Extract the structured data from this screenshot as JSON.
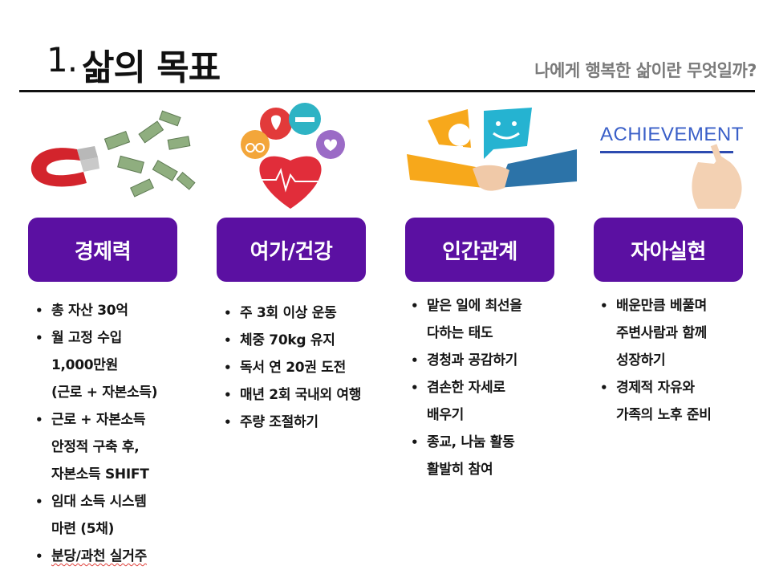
{
  "header": {
    "number": "1.",
    "title": "삶의 목표",
    "subtitle": "나에게 행복한 삶이란 무엇일까?"
  },
  "illustrations": {
    "money": "magnet-money-icon",
    "health": "heart-health-icon",
    "relation": "handshake-icon",
    "achievement_label": "ACHIEVEMENT"
  },
  "colors": {
    "pill": "#5b10a2",
    "rule": "#111111"
  },
  "columns": [
    {
      "label": "경제력",
      "items": [
        [
          "총 자산 30억"
        ],
        [
          "월 고정 수입",
          "1,000만원",
          "(근로 + 자본소득)"
        ],
        [
          "근로 + 자본소득",
          "안정적 구축 후,",
          "자본소득 SHIFT"
        ],
        [
          "임대 소득 시스템",
          "마련 (5채)"
        ],
        [
          "분당/과천 실거주"
        ]
      ]
    },
    {
      "label": "여가/건강",
      "items": [
        [
          "주 3회 이상 운동"
        ],
        [
          "체중 70kg 유지"
        ],
        [
          "독서 연 20권 도전"
        ],
        [
          "매년 2회 국내외 여행"
        ],
        [
          "주량 조절하기"
        ]
      ]
    },
    {
      "label": "인간관계",
      "items": [
        [
          "맡은 일에 최선을",
          "다하는 태도"
        ],
        [
          "경청과 공감하기"
        ],
        [
          "겸손한 자세로",
          "배우기"
        ],
        [
          "종교, 나눔 활동",
          "활발히 참여"
        ]
      ]
    },
    {
      "label": "자아실현",
      "items": [
        [
          "배운만큼 베풀며",
          "주변사람과 함께",
          "성장하기"
        ],
        [
          "경제적 자유와",
          "가족의 노후 준비"
        ]
      ]
    }
  ]
}
